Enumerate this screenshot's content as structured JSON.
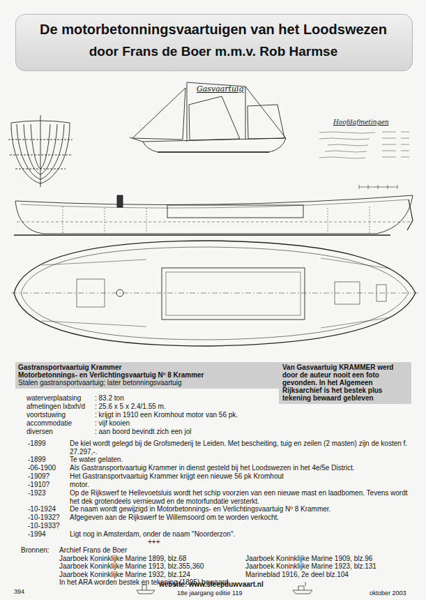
{
  "diagram": {
    "title": "De motorbetonningsvaartuigen van het Loodswezen",
    "labels": [
      "door Frans de Boer m.m.v. Rob Harmse",
      "Gasvaartuig",
      "Hoofdafmetingen",
      "Gastransportvaartuig Krammer",
      "Motorbetonnings- en Verlichtingsvaartuig Nº 8 Krammer",
      "Stalen gastransportvaartuig; later betonningsvaartuig",
      "Van Gasvaartuig KRAMMER werd door de auteur nooit een foto gevonden. In het Algemeen Rijksarchief is het bestek plus tekening bewaard gebleven",
      "waterverplaatsing",
      ": 83.2 ton",
      "afmetingen lxbxh/d",
      ": 25.6 x 5 x 2.4/1.55 m.",
      "voortstuwing",
      ": krijgt in 1910 een Kromhout motor van 56 pk.",
      "accommodatie",
      ": vijf kooien",
      "diversen",
      ": aan boord bevindt zich een jol",
      "-1899",
      "De kiel wordt gelegd bij de Grofsmederij te Leiden. Met bescheiting, tuig en zeilen (2 masten) zijn de kosten f. 27.297,-.",
      "-1899",
      "Te water gelaten.",
      "-06-1900",
      "Als Gastransportvaartuig Krammer in dienst gesteld bij het Loodswezen in het 4e/5e District.",
      "-1909?",
      "Het Gastransportvaartuig Krammer krijgt een nieuwe 56 pk Kromhout",
      "-1910?",
      "motor.",
      "-1923",
      "Op de Rijkswerf te Hellevoetsluis wordt het schip voorzien van een nieuwe mast en laadbomen. Tevens wordt het dek grotendeels vernieuwd en de motorfundatie versterkt.",
      "-10-1924",
      "De naam wordt gewijzigd in Motorbetonnings- en Verlichtingsvaartuig Nº 8 Krammer.",
      "-10-1932?",
      "Afgegeven aan de Rijkswerf te Willemsoord om te worden verkocht.",
      "-10-1933?",
      "-1994",
      "Ligt nog in Amsterdam, onder de naam \"Noorderzon\".",
      "+++",
      "Bronnen:",
      "Archief Frans de Boer",
      "Jaarboek Koninklijke Marine 1899, blz.68",
      "Jaarboek Koninklijke Marine 1909, blz.96",
      "Jaarboek Koninklijke Marine 1913, blz.355,360",
      "Jaarboek Koninklijke Marine 1923, blz.131",
      "Jaarboek Koninklijke Marine 1932, blz.124",
      "Marineblad 1916, 2e deel blz.104",
      "In het ARA worden bestek en tekening (1895) bewaard.",
      "394",
      "website: www.sleepduwvaart.nl",
      "18e jaargang editie 119",
      "oktober 2003"
    ]
  }
}
